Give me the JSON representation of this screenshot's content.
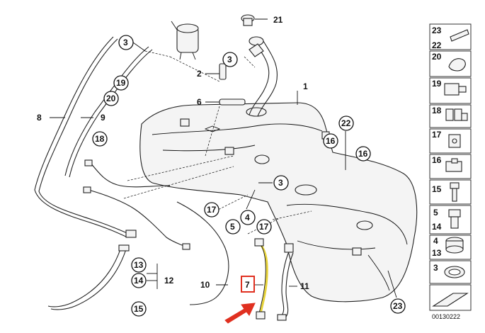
{
  "diagram": {
    "drawing_number": "00130222",
    "highlighted_part": "7",
    "highlight_color": "#e03020",
    "highlight_wire_color": "#e8d43a",
    "callouts": {
      "c21": "21",
      "c3a": "3",
      "c2": "2",
      "c3b": "3",
      "c1": "1",
      "c6": "6",
      "c19": "19",
      "c20": "20",
      "c8": "8",
      "c9": "9",
      "c18": "18",
      "c22": "22",
      "c16a": "16",
      "c16b": "16",
      "c3c": "3",
      "c17a": "17",
      "c4": "4",
      "c5": "5",
      "c17b": "17",
      "c13": "13",
      "c14": "14",
      "c12": "12",
      "c15": "15",
      "c10": "10",
      "c7": "7",
      "c11": "11",
      "c23": "23"
    },
    "side_index": {
      "r23": "23",
      "r22": "22",
      "r20": "20",
      "r19": "19",
      "r18": "18",
      "r17": "17",
      "r16": "16",
      "r15": "15",
      "r5": "5",
      "r14": "14",
      "r4": "4",
      "r13": "13",
      "r3": "3"
    }
  }
}
